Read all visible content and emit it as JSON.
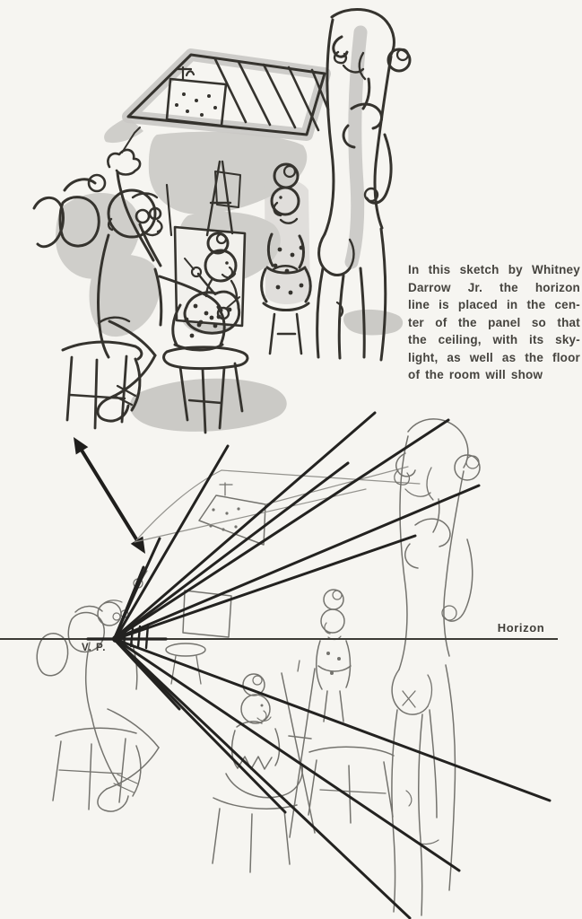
{
  "caption": {
    "lines": [
      "In this sketch by Whitney",
      "Darrow Jr. the horizon",
      "line is placed in the cen-",
      "ter of the panel so that",
      "the ceiling, with its sky-",
      "light, as well as the floor",
      "of the room will show"
    ]
  },
  "labels": {
    "horizon": "Horizon",
    "vanishing_point": "V. P."
  },
  "icons": {
    "connector_arrow": "double-headed-arrow"
  },
  "palette": {
    "paper": "#f6f5f1",
    "ink": "#35332e",
    "wash": "#c9c8c4",
    "pencil": "#6e6d68",
    "ray_black": "#232220",
    "text_gray": "#46443f"
  }
}
